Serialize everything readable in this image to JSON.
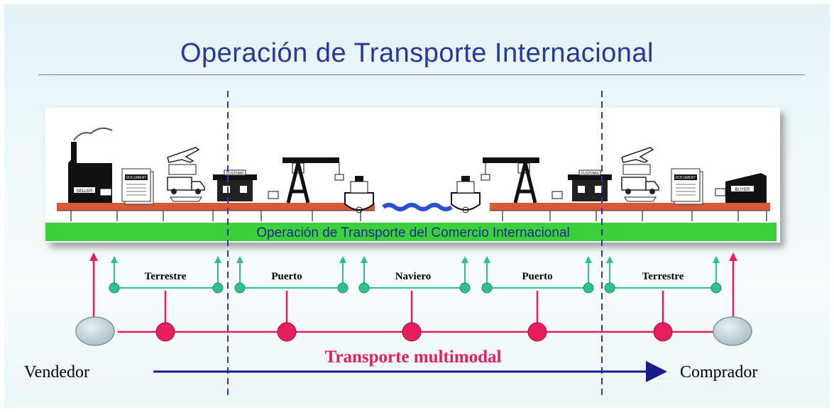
{
  "title": "Operación de Transporte Internacional",
  "illustration": {
    "banner_text": "Operación de Transporte del Comercio Internacional",
    "seller_sign": "SELLER",
    "buyer_sign": "BUYER",
    "document_sign": "DOCUMENT",
    "customs_sign": "CUSTOMS"
  },
  "segments": [
    "Terrestre",
    "Puerto",
    "Naviero",
    "Puerto",
    "Terrestre"
  ],
  "multimodal_label": "Transporte multimodal",
  "seller_label": "Vendedor",
  "buyer_label": "Comprador",
  "colors": {
    "title": "#27389a",
    "green_band": "#3cd03c",
    "rail": "#d9583a",
    "teal": "#2fc08c",
    "crimson": "#e81e5c",
    "arrow": "#1a1a8c",
    "dashed": "#2b3aa0"
  }
}
